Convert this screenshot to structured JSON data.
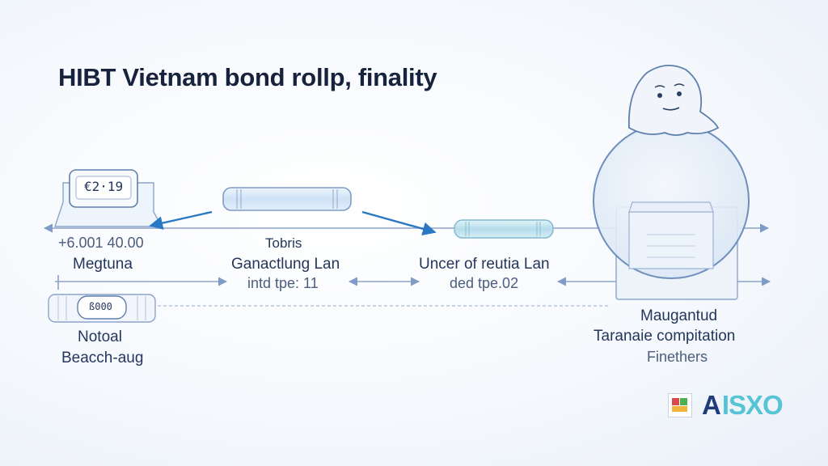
{
  "title": "HIBT Vietnam bond rollp, finality",
  "left": {
    "device_reading": "€2·19",
    "amount": "+6.001 40.00",
    "label": "Megtuna",
    "pill_reading": "ß000",
    "bottom_label_line1": "Notoal",
    "bottom_label_line2": "Beacch-aug"
  },
  "middle_left": {
    "label_line1": "Tobris",
    "label_line2": "Ganactlung Lan",
    "sublabel": "intd tpe: 11"
  },
  "middle_right": {
    "label_line1": "Uncer of reutia Lan",
    "sublabel": "ded tpe.02"
  },
  "right": {
    "label_line1": "Maugantud",
    "label_line2": "Taranaie compitation",
    "label_line3": "Finethers"
  },
  "brand": {
    "text": "ISXO",
    "mark": "A"
  },
  "colors": {
    "title": "#17223d",
    "label": "#24365c",
    "line": "#7f9bc6",
    "arrow_accent": "#2a78c4",
    "pill_fill": "#d7e7f8",
    "pill_fill_teal": "#bfe0ec",
    "brand": "#56c3d6"
  }
}
